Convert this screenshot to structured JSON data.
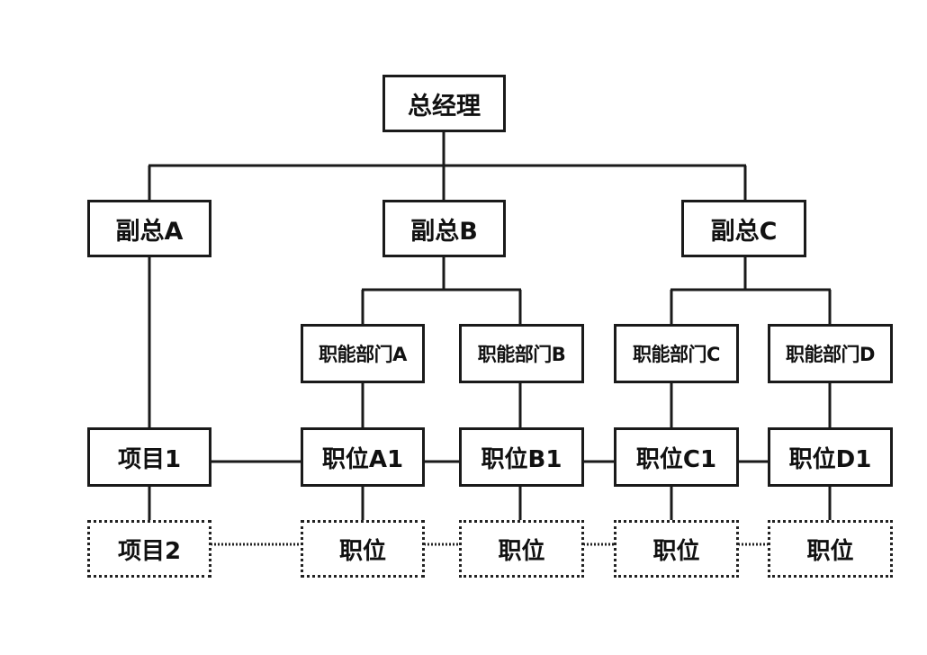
{
  "diagram": {
    "type": "org-chart",
    "root": {
      "id": "gm",
      "label": "总经理"
    },
    "vice_presidents": [
      {
        "id": "vpA",
        "label": "副总A"
      },
      {
        "id": "vpB",
        "label": "副总B"
      },
      {
        "id": "vpC",
        "label": "副总C"
      }
    ],
    "departments": [
      {
        "id": "deptA",
        "label": "职能部门A",
        "parent": "vpB"
      },
      {
        "id": "deptB",
        "label": "职能部门B",
        "parent": "vpB"
      },
      {
        "id": "deptC",
        "label": "职能部门C",
        "parent": "vpC"
      },
      {
        "id": "deptD",
        "label": "职能部门D",
        "parent": "vpC"
      }
    ],
    "level4": [
      {
        "id": "proj1",
        "label": "项目1",
        "parent": "vpA"
      },
      {
        "id": "posA1",
        "label": "职位A1",
        "parent": "deptA"
      },
      {
        "id": "posB1",
        "label": "职位B1",
        "parent": "deptB"
      },
      {
        "id": "posC1",
        "label": "职位C1",
        "parent": "deptC"
      },
      {
        "id": "posD1",
        "label": "职位D1",
        "parent": "deptD"
      }
    ],
    "level5": [
      {
        "id": "proj2",
        "label": "项目2",
        "parent": "proj1",
        "style": "dotted"
      },
      {
        "id": "posA",
        "label": "职位",
        "parent": "posA1",
        "style": "dotted"
      },
      {
        "id": "posB",
        "label": "职位",
        "parent": "posB1",
        "style": "dotted"
      },
      {
        "id": "posC",
        "label": "职位",
        "parent": "posC1",
        "style": "dotted"
      },
      {
        "id": "posD",
        "label": "职位",
        "parent": "posD1",
        "style": "dotted"
      }
    ],
    "horizontal_links": [
      {
        "row": "level4",
        "style": "solid"
      },
      {
        "row": "level5",
        "style": "dotted"
      }
    ]
  }
}
